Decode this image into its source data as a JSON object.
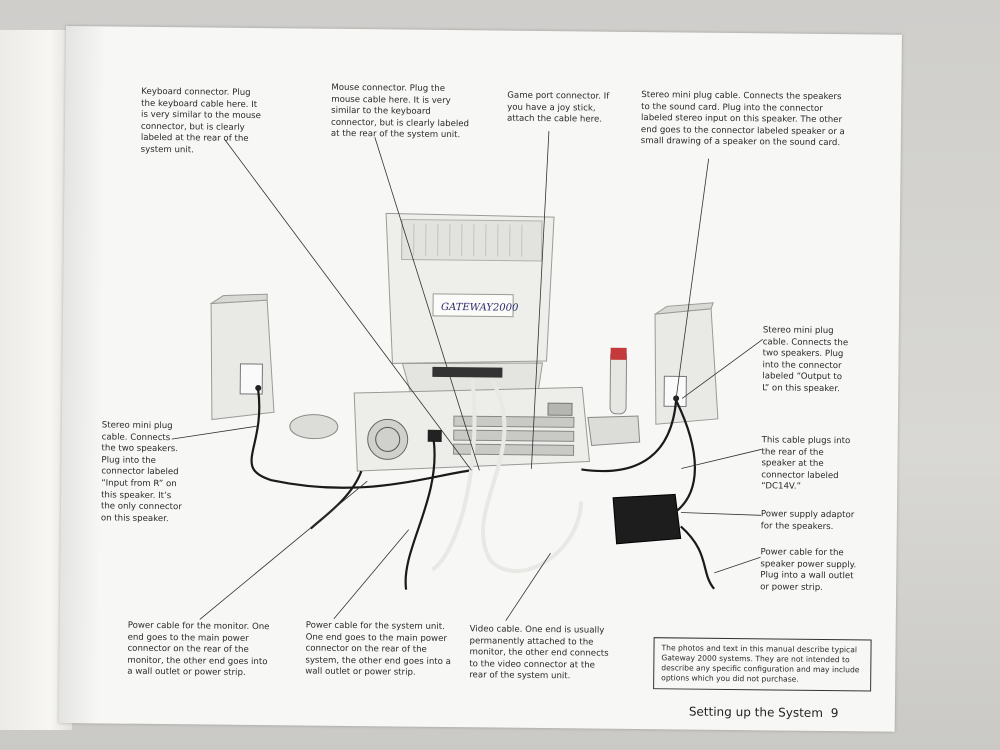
{
  "callouts": {
    "keyboard": "Keyboard connector. Plug the keyboard cable here. It is very similar to the mouse connector, but is clearly labeled at the rear of the system unit.",
    "mouse": "Mouse connector. Plug the mouse cable here. It is very similar to the keyboard connector, but is clearly labeled at the rear of the system unit.",
    "game_port": "Game port connector. If you have a joy stick, attach the cable here.",
    "stereo_cable_top": "Stereo mini plug cable. Connects the speakers to the sound card. Plug into the connector labeled stereo input on this speaker. The other end goes to the connector labeled speaker or a small drawing of a speaker on the sound card.",
    "stereo_right": "Stereo mini plug cable. Connects the two speakers. Plug into the connector labeled “Output to L” on this speaker.",
    "stereo_left": "Stereo mini plug cable. Connects the two speakers. Plug into the connector labeled “Input from R” on this speaker. It’s the only connector on this speaker.",
    "dc_cable": "This cable plugs into the rear of the speaker at the connector labeled “DC14V.”",
    "adaptor": "Power supply adaptor for the speakers.",
    "speaker_power": "Power cable for the speaker power supply. Plug into a wall outlet or power strip.",
    "monitor_power": "Power cable for the monitor. One end goes to the main power connector on the rear of the monitor, the other end goes into a wall outlet or power strip.",
    "system_power": "Power cable for the system unit. One end goes to the main power connector on the rear of the system, the other end goes into a wall outlet or power strip.",
    "video": "Video cable. One end is usually permanently attached to the monitor, the other end connects to the video connector at the rear of the system unit."
  },
  "notice": "The photos and text in this manual describe typical Gateway 2000 systems. They are not intended to describe any specific configuration and may include options which you did not purchase.",
  "monitor_logo": "GATEWAY2000",
  "footer": {
    "title": "Setting up the System",
    "page_number": "9"
  }
}
